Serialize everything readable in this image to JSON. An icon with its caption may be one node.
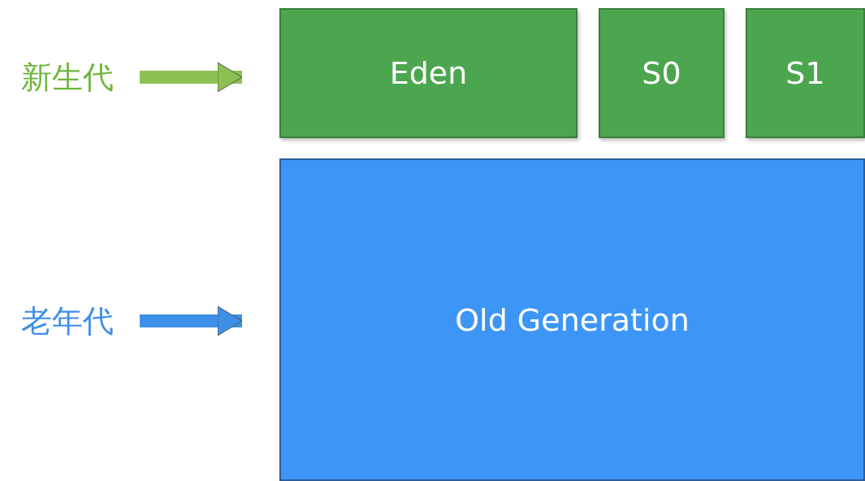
{
  "diagram": {
    "nodes": [
      {
        "text": [
          "新生代"
        ]
      },
      {
        "text": [
          "Eden"
        ]
      },
      {
        "text": [
          "S0"
        ]
      },
      {
        "text": [
          "S1"
        ]
      },
      {
        "text": [
          "老年代"
        ]
      },
      {
        "text": [
          "Old Generation"
        ]
      }
    ],
    "edges": [
      {
        "from": 0,
        "to": 1,
        "arrow": "to",
        "color": "#8cc152"
      },
      {
        "from": 4,
        "to": 5,
        "arrow": "to",
        "color": "#3d8fe8"
      }
    ]
  }
}
